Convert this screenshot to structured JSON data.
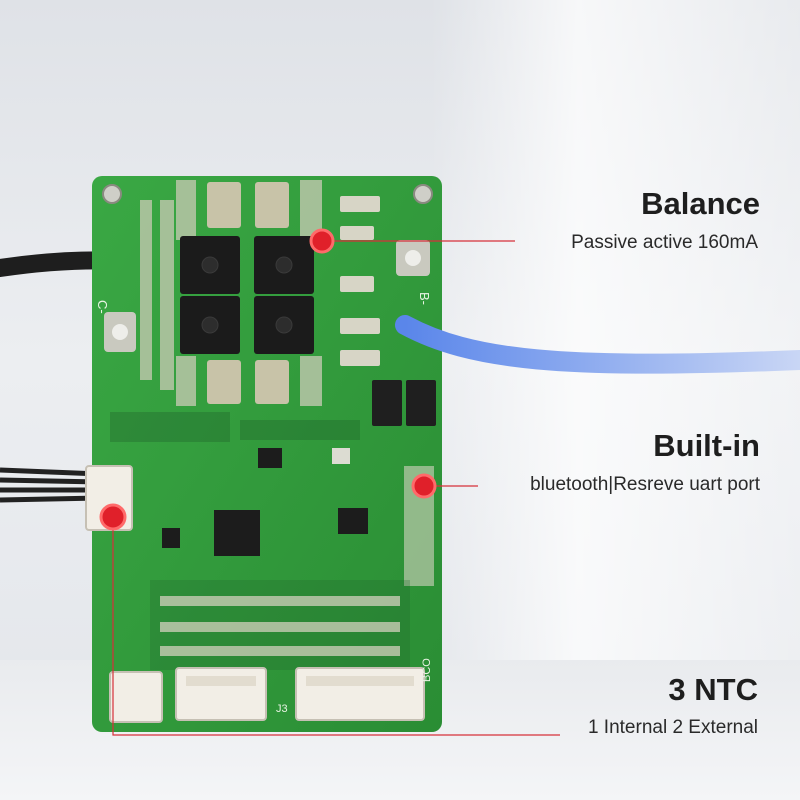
{
  "callouts": {
    "balance": {
      "title": "Balance",
      "description": "Passive active 160mA"
    },
    "builtin": {
      "title": "Built-in",
      "description": "bluetooth|Resreve uart port"
    },
    "ntc": {
      "title": "3 NTC",
      "description": "1 Internal 2 External"
    }
  },
  "board": {
    "silkscreen_c": "C-",
    "silkscreen_b": "B-",
    "silkscreen_j3": "J3",
    "silkscreen_bco": "BCO"
  },
  "colors": {
    "pcb_green": "#2f9a3a",
    "marker_red": "#e0202a",
    "leader_line": "#d6303a",
    "cable_blue": "#4a73d8",
    "cable_black": "#1e1e1e"
  }
}
